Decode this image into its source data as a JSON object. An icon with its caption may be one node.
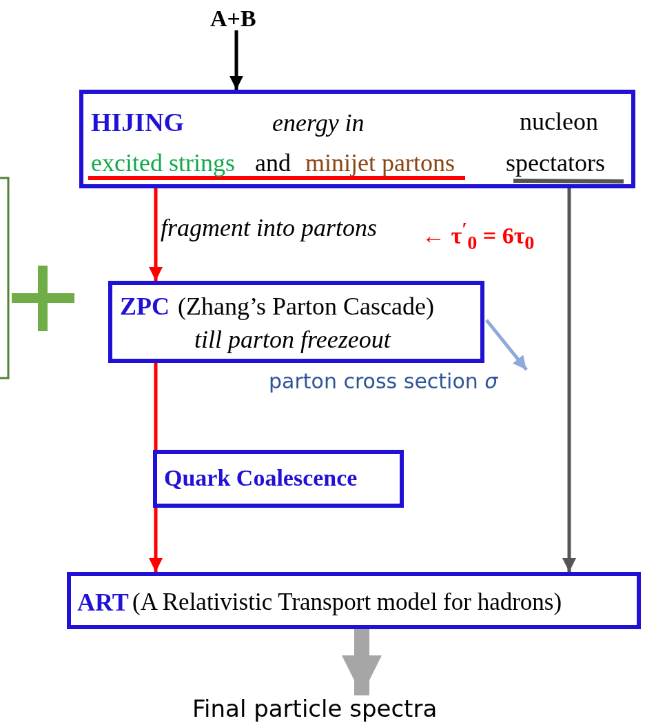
{
  "diagram": {
    "nodes": [
      {
        "text": [
          "A+B"
        ]
      },
      {
        "text": [
          "HIJING",
          "energy in",
          "nucleon",
          "excited strings",
          "and",
          "minijet partons",
          "spectators"
        ]
      },
      {
        "text": [
          "ZPC",
          "(Zhang’s Parton Cascade)",
          "till parton freezeout"
        ]
      },
      {
        "text": [
          "Quark Coalescence"
        ]
      },
      {
        "text": [
          "ART",
          "(A Relativistic Transport model for hadrons)"
        ]
      },
      {
        "text": [
          "Final particle spectra"
        ]
      },
      {
        "text": [
          "parton cross section *σ*"
        ]
      }
    ],
    "edges": [
      {
        "from": 0,
        "to": 1,
        "arrow": "to",
        "color": "#000000"
      },
      {
        "from": 1,
        "to": 2,
        "arrow": "to"
      },
      {
        "from": 2,
        "to": 3,
        "arrow": "none"
      },
      {
        "from": 3,
        "to": 4,
        "arrow": "to"
      },
      {
        "from": 1,
        "to": 4,
        "arrow": "to",
        "color": "#555555"
      },
      {
        "from": 4,
        "to": 5,
        "arrow": "to",
        "style": "thick",
        "color": "#a6a6a6"
      },
      {
        "from": 2,
        "to": 6,
        "arrow": "to",
        "color": "#8eaadb"
      }
    ],
    "labels": [
      "fragment into partons",
      "← τ$^{′}$$_{0}$ = 6τ$_{0}$"
    ]
  }
}
